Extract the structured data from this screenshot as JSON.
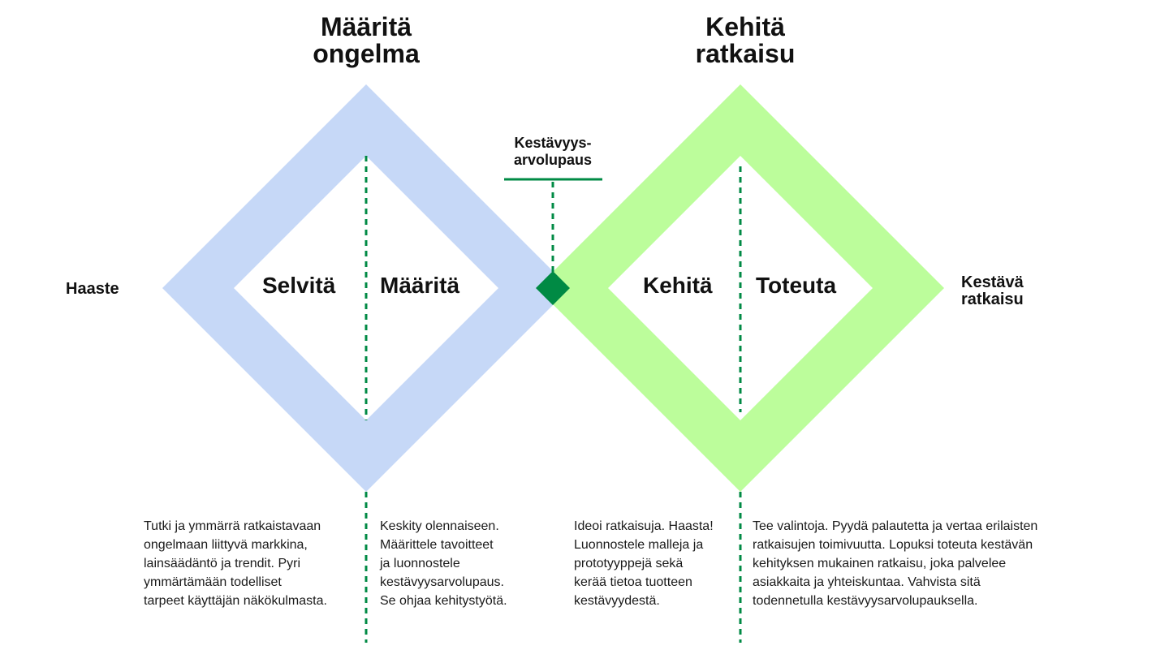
{
  "phases": {
    "define": {
      "title_line1": "Määritä",
      "title_line2": "ongelma"
    },
    "develop": {
      "title_line1": "Kehitä",
      "title_line2": "ratkaisu"
    }
  },
  "steps": {
    "discover": "Selvitä",
    "define": "Määritä",
    "develop": "Kehitä",
    "deliver": "Toteuta"
  },
  "start_label": "Haaste",
  "end_label": {
    "line1": "Kestävä",
    "line2": "ratkaisu"
  },
  "promise_label": {
    "line1": "Kestävyys-",
    "line2": "arvolupaus"
  },
  "descriptions": {
    "discover": [
      "Tutki ja ymmärrä ratkaistavaan",
      "ongelmaan liittyvä markkina,",
      "lainsäädäntö ja trendit. Pyri",
      "ymmärtämään todelliset",
      "tarpeet käyttäjän näkökulmasta."
    ],
    "define": [
      "Keskity olennaiseen.",
      "Määrittele tavoitteet",
      "ja luonnostele",
      "kestävyysarvolupaus.",
      "Se ohjaa kehitystyötä."
    ],
    "develop": [
      "Ideoi ratkaisuja. Haasta!",
      "Luonnostele malleja ja",
      "prototyyppejä sekä",
      "kerää tietoa tuotteen",
      "kestävyydestä."
    ],
    "deliver": [
      "Tee valintoja. Pyydä palautetta ja vertaa erilaisten",
      "ratkaisujen toimivuutta. Lopuksi toteuta kestävän",
      "kehityksen mukainen ratkaisu, joka palvelee",
      "asiakkaita ja yhteiskuntaa. Vahvista sitä",
      "todennetulla kestävyysarvolupauksella."
    ]
  },
  "colors": {
    "define_diamond": "#c6d8f7",
    "develop_diamond": "#bcfd9b",
    "accent_green": "#008a44",
    "text": "#111111"
  }
}
